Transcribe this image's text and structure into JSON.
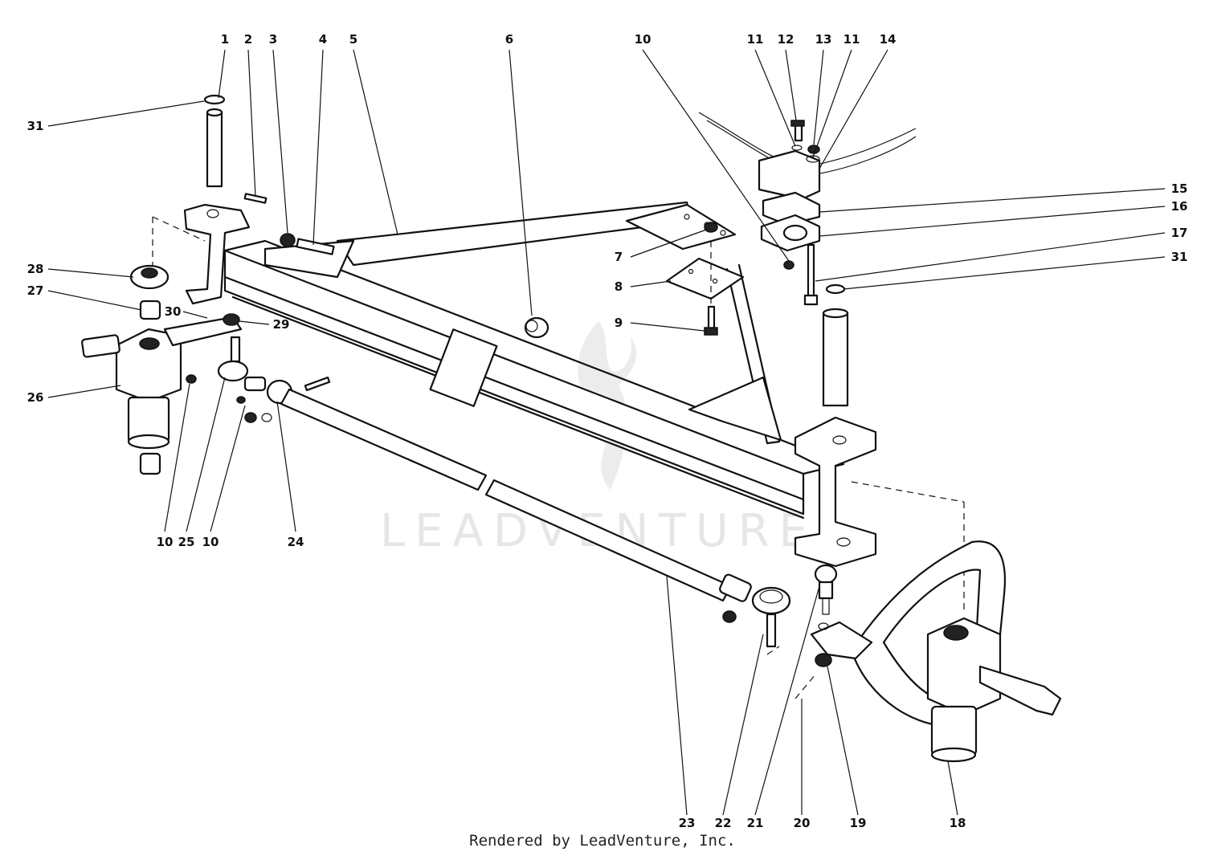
{
  "diagram": {
    "watermark": "LEADVENTURE",
    "footer": "Rendered by LeadVenture, Inc.",
    "labels": [
      {
        "id": "l1",
        "text": "1"
      },
      {
        "id": "l2",
        "text": "2"
      },
      {
        "id": "l3",
        "text": "3"
      },
      {
        "id": "l4",
        "text": "4"
      },
      {
        "id": "l5",
        "text": "5"
      },
      {
        "id": "l6",
        "text": "6"
      },
      {
        "id": "l7",
        "text": "7"
      },
      {
        "id": "l8",
        "text": "8"
      },
      {
        "id": "l9",
        "text": "9"
      },
      {
        "id": "l10a",
        "text": "10"
      },
      {
        "id": "l10b",
        "text": "10"
      },
      {
        "id": "l10c",
        "text": "10"
      },
      {
        "id": "l11a",
        "text": "11"
      },
      {
        "id": "l12",
        "text": "12"
      },
      {
        "id": "l13",
        "text": "13"
      },
      {
        "id": "l11b",
        "text": "11"
      },
      {
        "id": "l14",
        "text": "14"
      },
      {
        "id": "l15",
        "text": "15"
      },
      {
        "id": "l16",
        "text": "16"
      },
      {
        "id": "l17",
        "text": "17"
      },
      {
        "id": "l31b",
        "text": "31"
      },
      {
        "id": "l31a",
        "text": "31"
      },
      {
        "id": "l28",
        "text": "28"
      },
      {
        "id": "l27",
        "text": "27"
      },
      {
        "id": "l30",
        "text": "30"
      },
      {
        "id": "l29",
        "text": "29"
      },
      {
        "id": "l26",
        "text": "26"
      },
      {
        "id": "l25",
        "text": "25"
      },
      {
        "id": "l24",
        "text": "24"
      },
      {
        "id": "l23",
        "text": "23"
      },
      {
        "id": "l22",
        "text": "22"
      },
      {
        "id": "l21",
        "text": "21"
      },
      {
        "id": "l20",
        "text": "20"
      },
      {
        "id": "l19",
        "text": "19"
      },
      {
        "id": "l18",
        "text": "18"
      }
    ]
  }
}
